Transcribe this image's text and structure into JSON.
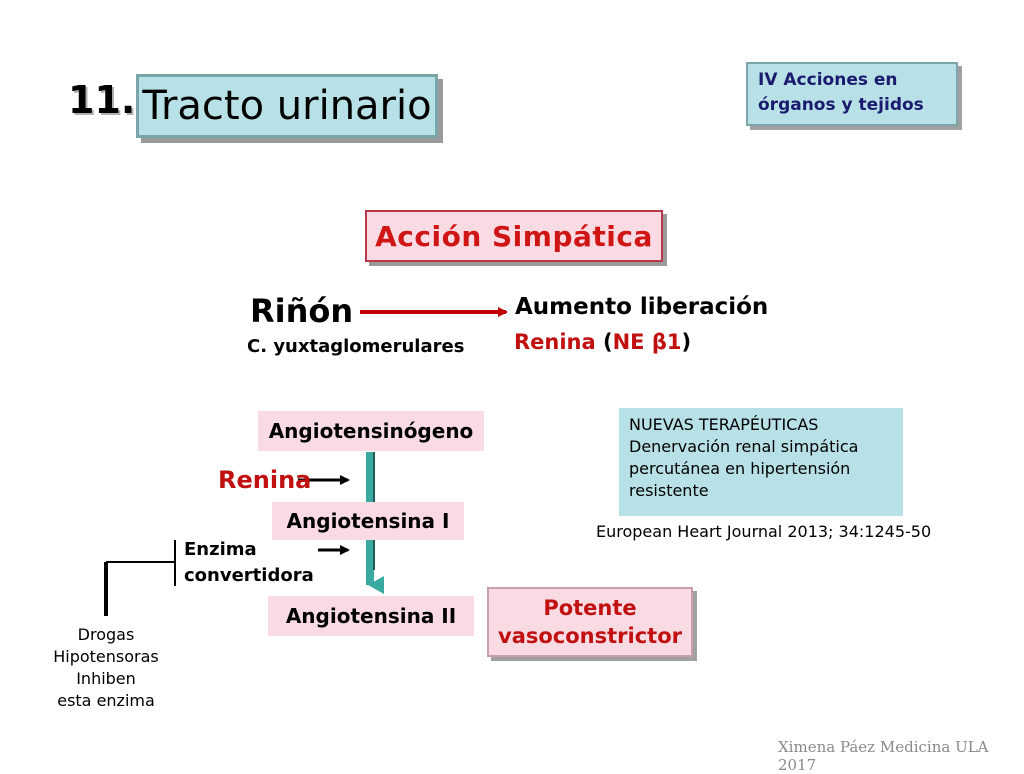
{
  "slide": {
    "number": "11.",
    "title": "Tracto urinario",
    "section": [
      "IV Acciones en",
      "órganos y tejidos"
    ],
    "heading": "Acción Simpática",
    "organ": "Riñón",
    "organ_sub": "C. yuxtaglomerulares",
    "effect_line1": "Aumento liberación",
    "effect_renina": "Renina",
    "effect_paren_open": "(",
    "effect_ne": "NE β1",
    "effect_paren_close": ")",
    "cascade": {
      "angiotensinogen": "Angiotensinógeno",
      "renina": "Renina",
      "angiotensin1": "Angiotensina I",
      "enzyme": [
        "Enzima",
        "convertidora"
      ],
      "angiotensin2": "Angiotensina II"
    },
    "drugs": [
      "Drogas",
      "Hipotensoras",
      "Inhiben",
      "esta enzima"
    ],
    "result": [
      "Potente",
      "vasoconstrictor"
    ],
    "new_therapies": [
      "NUEVAS TERAPÉUTICAS",
      "Denervación renal simpática",
      "percutánea en hipertensión",
      "resistente"
    ],
    "citation": "European Heart Journal 2013; 34:1245-50",
    "footer": "Ximena Páez Medicina ULA 2017"
  },
  "colors": {
    "teal_box": "#b7e1e6",
    "pink_box": "#fadbe4",
    "red_text": "#c01010",
    "arrow_red": "#c00000",
    "arrow_teal": "#3aa9a0"
  }
}
